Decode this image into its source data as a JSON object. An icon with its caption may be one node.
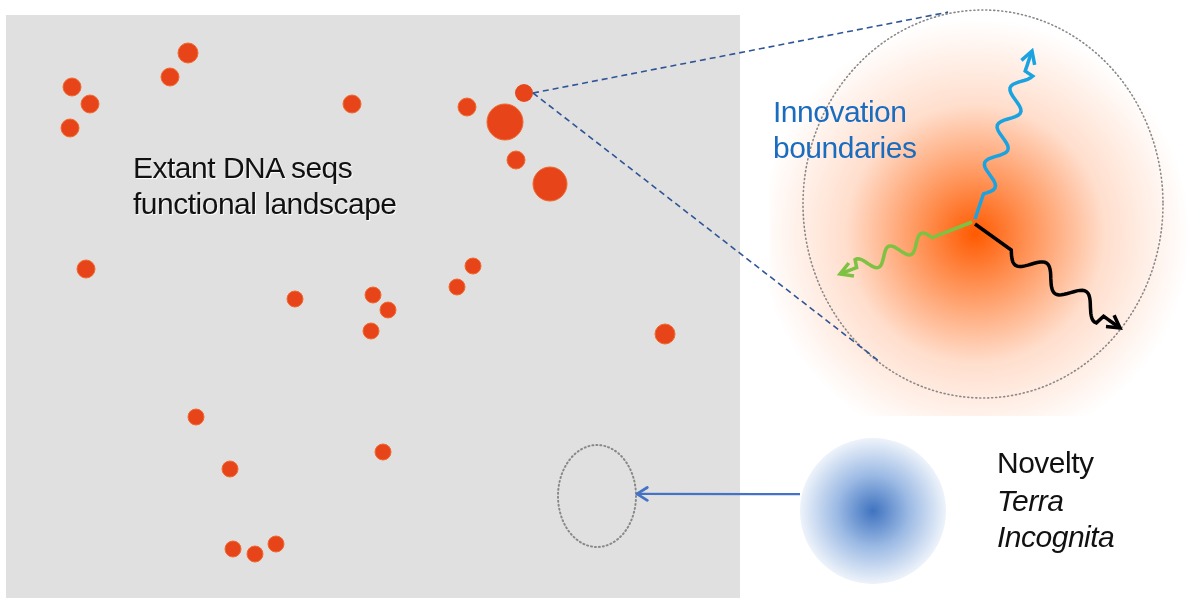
{
  "diagram": {
    "nodes": [
      {
        "text": [
          "Extant DNA seqs functional landscape"
        ]
      },
      {
        "text": [],
        "shape": "circle",
        "in": 0
      },
      {
        "text": [],
        "shape": "circle",
        "in": 0
      },
      {
        "text": [
          "Innovation boundaries"
        ]
      },
      {
        "text": [],
        "shape": "circle",
        "beside": [
          "Novelty",
          "Terra Incognita"
        ]
      }
    ],
    "edges": [
      {
        "from": 1,
        "to": 3,
        "arrow": "none",
        "style": "dashed"
      },
      {
        "from": 1,
        "to": 3,
        "arrow": "none",
        "style": "dashed"
      },
      {
        "from": 4,
        "to": 2,
        "arrow": "to"
      }
    ]
  }
}
